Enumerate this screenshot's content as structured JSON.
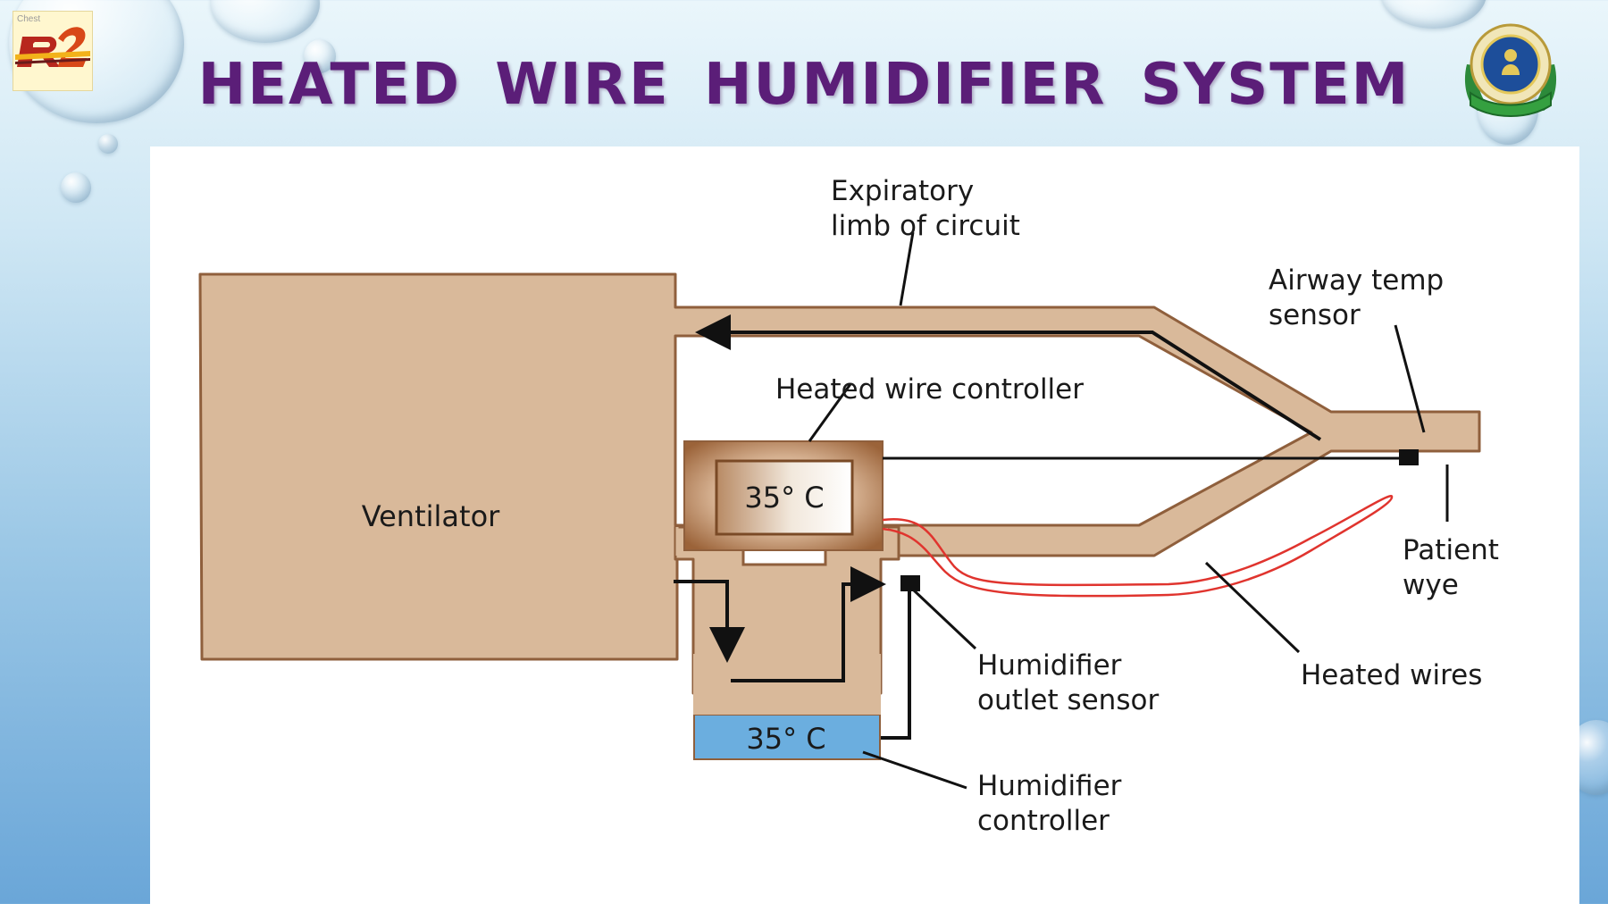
{
  "slide": {
    "title": "HEATED WIRE HUMIDIFIER SYSTEM",
    "logo_left_caption": "Chest"
  },
  "diagram": {
    "ventilator_label": "Ventilator",
    "heater_temp": "35° C",
    "humidifier_temp": "35° C",
    "labels": {
      "expiratory_line1": "Expiratory",
      "expiratory_line2": "limb of circuit",
      "airway_sensor_line1": "Airway temp",
      "airway_sensor_line2": "sensor",
      "heated_wire_controller": "Heated wire controller",
      "patient_wye_line1": "Patient",
      "patient_wye_line2": "wye",
      "humidifier_outlet_line1": "Humidifier",
      "humidifier_outlet_line2": "outlet sensor",
      "heated_wires": "Heated wires",
      "humidifier_controller_line1": "Humidifier",
      "humidifier_controller_line2": "controller"
    },
    "colors": {
      "tube": "#d9b99a",
      "tube_outline": "#8f5f3c",
      "water": "#6baedf",
      "heated_wire": "#e0342e",
      "title": "#5b1e78"
    }
  }
}
